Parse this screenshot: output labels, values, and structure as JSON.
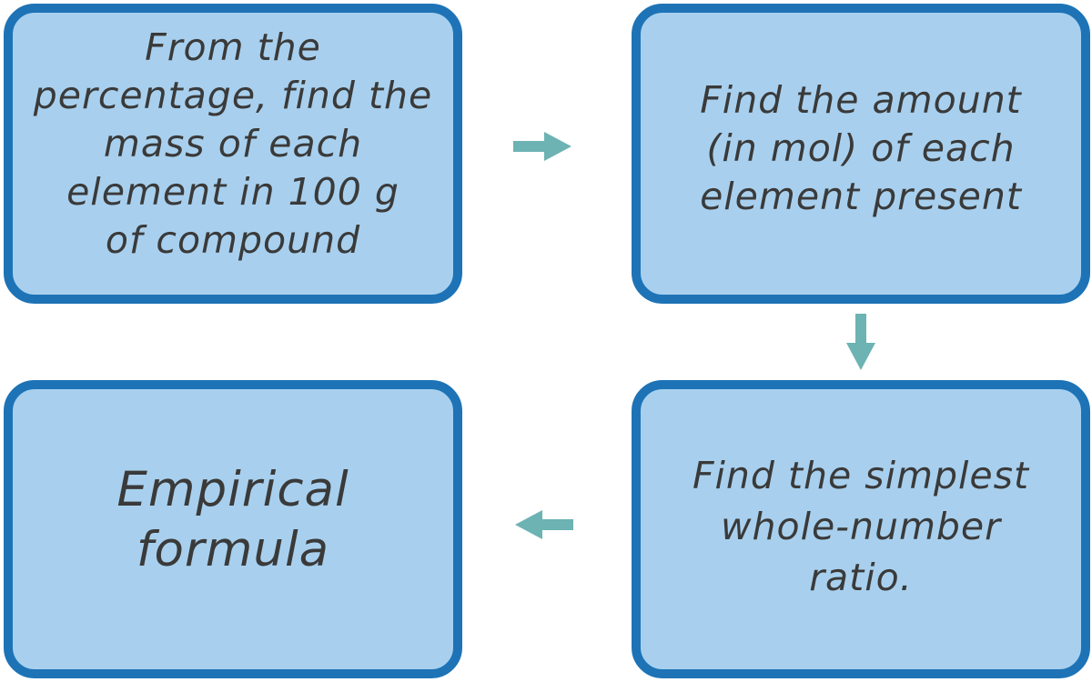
{
  "boxes": [
    {
      "text": "From the\npercentage, find the\nmass of each\nelement in 100 g\nof compound"
    },
    {
      "text": "Find the amount\n(in mol) of each\nelement present"
    },
    {
      "text": "Find the simplest\nwhole-number\nratio."
    },
    {
      "text": "Empirical\nformula"
    }
  ],
  "colors": {
    "box_fill": "#a8d0ee",
    "box_border": "#1d73b6",
    "arrow": "#6db3b3",
    "text": "#3a3a3a"
  }
}
